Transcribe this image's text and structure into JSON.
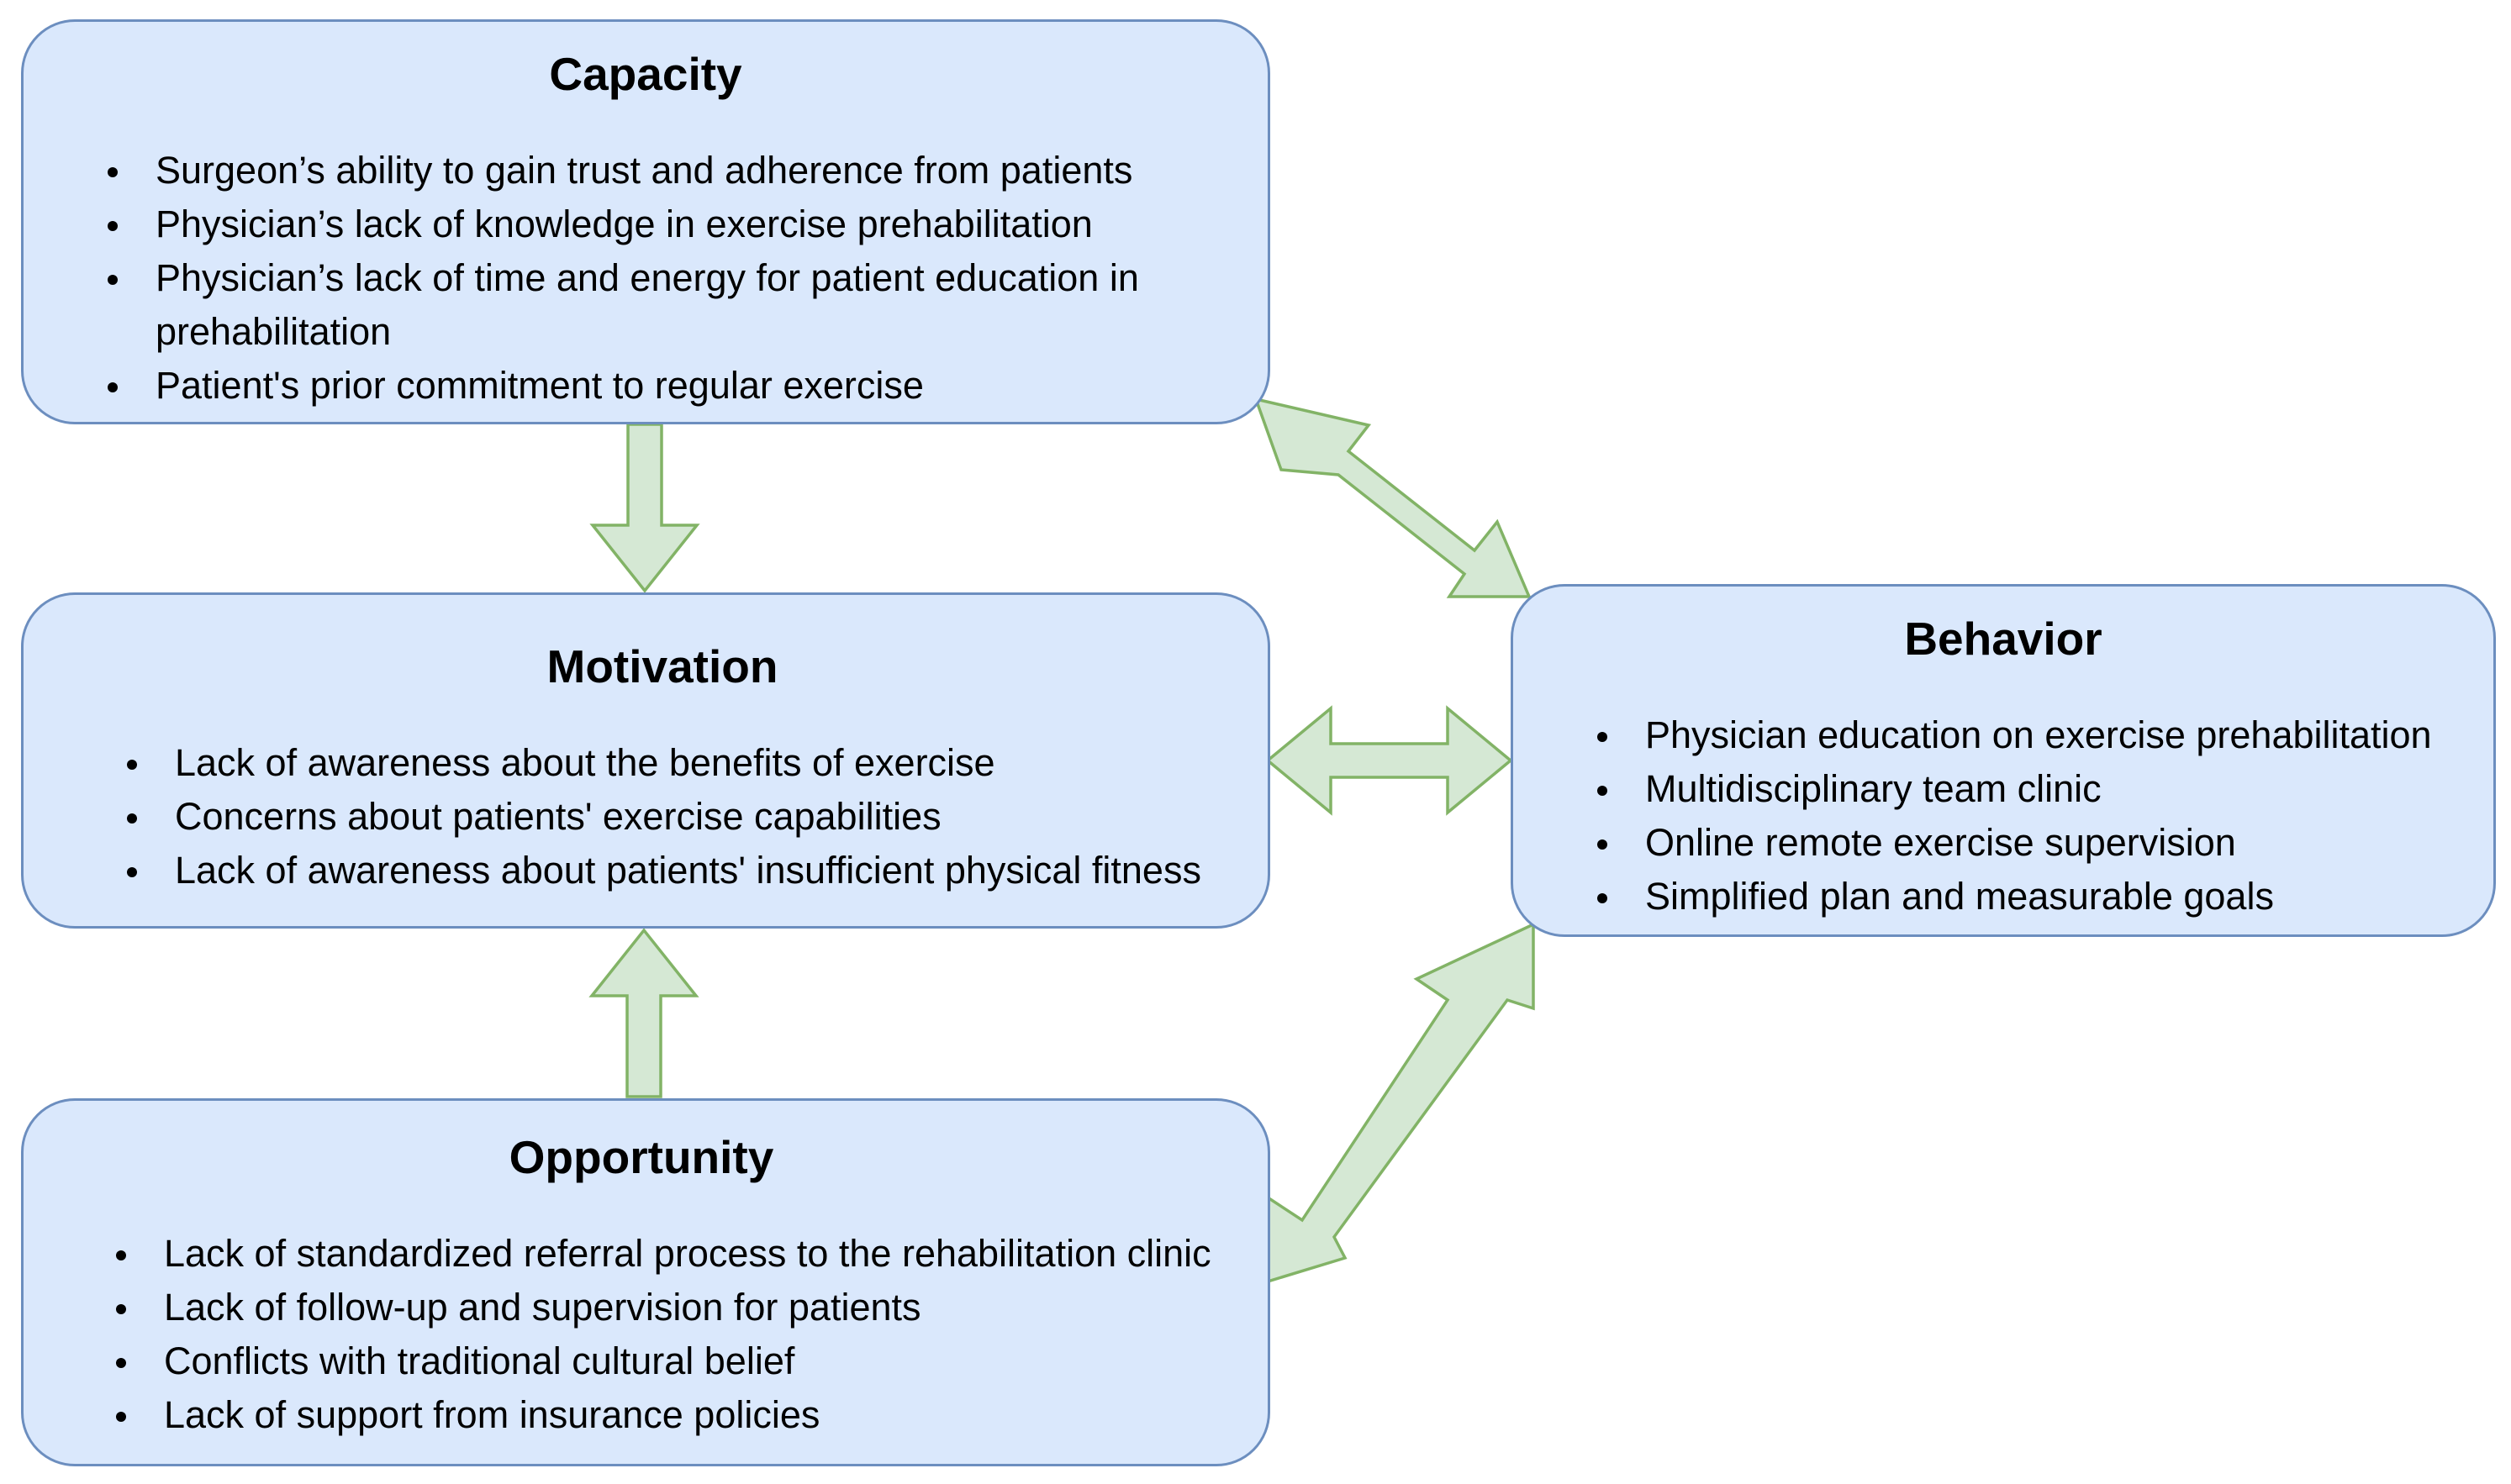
{
  "colors": {
    "box_fill": "#dae8fc",
    "box_stroke": "#6c8ebf",
    "arrow_fill": "#d5e8d4",
    "arrow_stroke": "#82b366"
  },
  "capacity": {
    "title": "Capacity",
    "items": [
      "Surgeon’s ability to gain trust and adherence from patients",
      "Physician’s lack of knowledge in exercise prehabilitation",
      "Physician’s lack of time and energy for patient education in prehabilitation",
      "Patient's prior commitment to regular exercise"
    ]
  },
  "motivation": {
    "title": "Motivation",
    "items": [
      "Lack of awareness about the benefits of exercise",
      "Concerns about patients' exercise capabilities",
      "Lack of awareness about patients' insufficient physical fitness"
    ]
  },
  "opportunity": {
    "title": "Opportunity",
    "items": [
      "Lack of standardized referral process to the rehabilitation clinic",
      "Lack of follow-up and supervision for patients",
      "Conflicts with traditional cultural belief",
      "Lack of support from insurance policies"
    ]
  },
  "behavior": {
    "title": "Behavior",
    "items": [
      "Physician education on exercise prehabilitation",
      "Multidisciplinary team clinic",
      "Online remote exercise supervision",
      "Simplified plan and measurable goals"
    ]
  },
  "connections": [
    {
      "from": "capacity",
      "to": "motivation",
      "direction": "one-way"
    },
    {
      "from": "opportunity",
      "to": "motivation",
      "direction": "one-way"
    },
    {
      "from": "capacity",
      "to": "behavior",
      "direction": "two-way"
    },
    {
      "from": "motivation",
      "to": "behavior",
      "direction": "two-way"
    },
    {
      "from": "opportunity",
      "to": "behavior",
      "direction": "two-way"
    }
  ]
}
